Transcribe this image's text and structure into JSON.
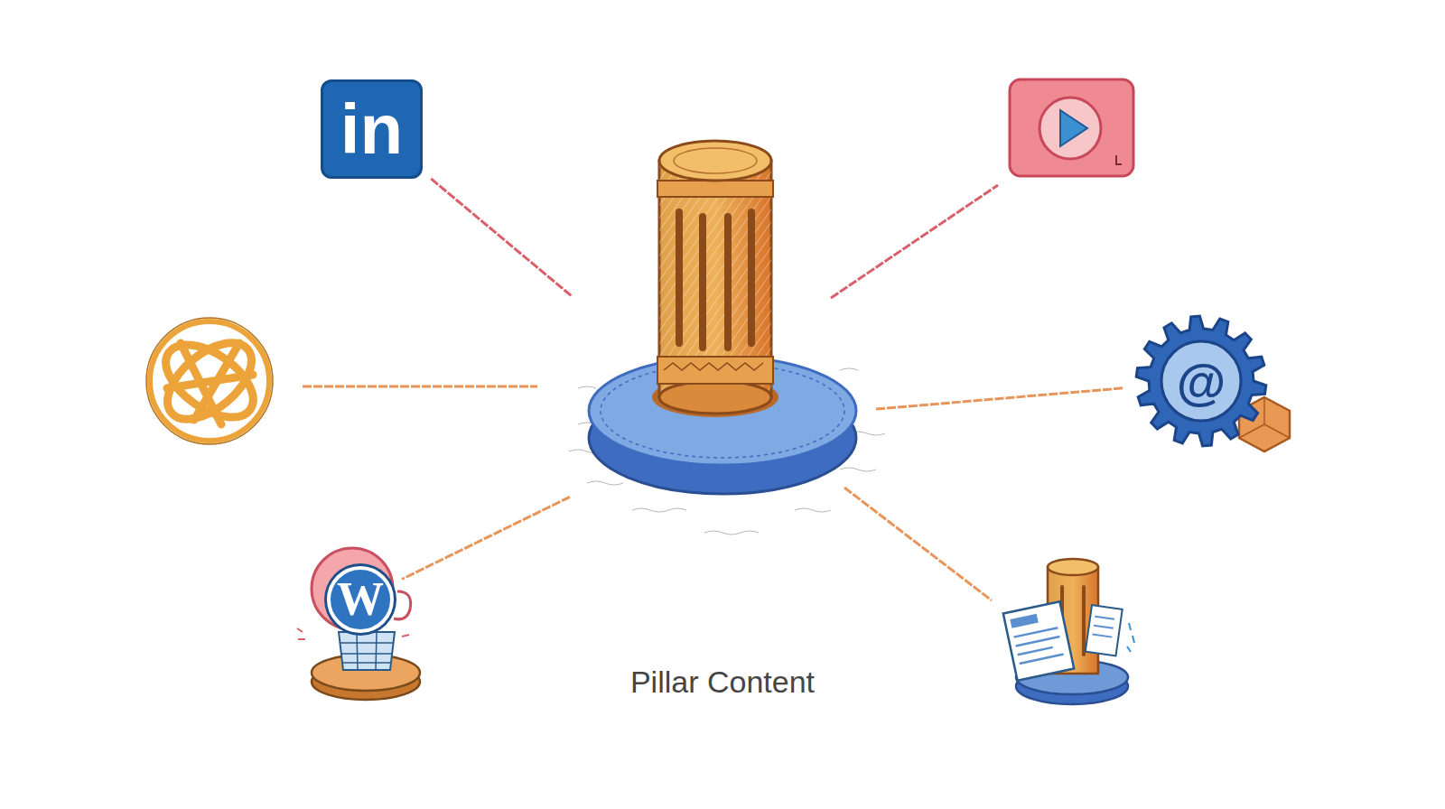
{
  "diagram": {
    "nodes": [
      {
        "text": [
          "Pillar Content"
        ]
      },
      {
        "text": [
          "in"
        ]
      },
      {
        "text": [
          "@"
        ]
      },
      {
        "text": [
          "W"
        ]
      }
    ],
    "edges": [
      {
        "from": 0,
        "to": 1,
        "arrow": "none"
      },
      {
        "from": 0,
        "to": 2,
        "arrow": "none"
      },
      {
        "from": 0,
        "to": 3,
        "arrow": "none"
      }
    ]
  }
}
